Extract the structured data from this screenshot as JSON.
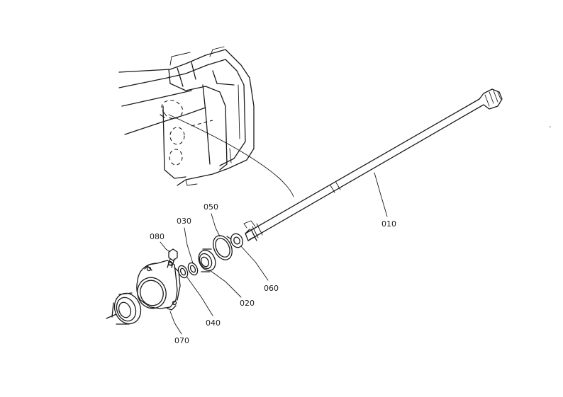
{
  "callouts": {
    "p010": "010",
    "p020": "020",
    "p030": "030",
    "p040": "040",
    "p050": "050",
    "p060": "060",
    "p070": "070",
    "p080": "080"
  },
  "colors": {
    "line": "#1a1a1a",
    "background": "#ffffff"
  }
}
